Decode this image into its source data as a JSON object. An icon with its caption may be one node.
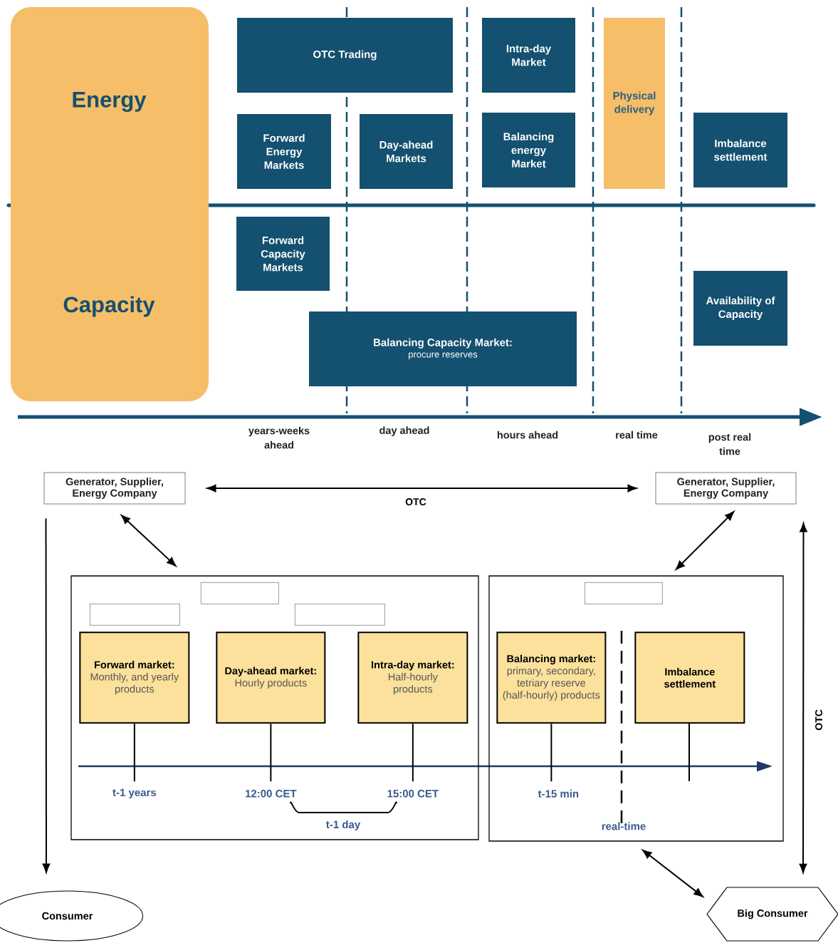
{
  "diagram": {
    "nodes": [
      {
        "text": [
          "Energy",
          "Capacity"
        ]
      },
      {
        "text": [
          "OTC Trading"
        ]
      },
      {
        "text": [
          "Intra-day Market"
        ]
      },
      {
        "text": [
          "Physical delivery"
        ]
      },
      {
        "text": [
          "Forward Energy Markets"
        ]
      },
      {
        "text": [
          "Day-ahead Markets"
        ]
      },
      {
        "text": [
          "Balancing energy Market"
        ]
      },
      {
        "text": [
          "Imbalance settlement"
        ]
      },
      {
        "text": [
          "Forward Capacity Markets"
        ]
      },
      {
        "text": [
          "Availability of Capacity"
        ]
      },
      {
        "text": [
          "Balancing Capacity Market:",
          "procure reserves"
        ]
      },
      {
        "text": [
          "Generator, Supplier, Energy Company"
        ]
      },
      {
        "text": [
          "Generator, Supplier, Energy Company"
        ]
      },
      {
        "text": [],
        "shape": "box"
      },
      {
        "text": [],
        "shape": "box",
        "in": 13
      },
      {
        "text": [],
        "shape": "box",
        "in": 13
      },
      {
        "text": [],
        "shape": "box",
        "in": 13
      },
      {
        "text": [
          "Forward market:",
          "Monthly, and yearly products"
        ],
        "in": 13,
        "beside": [
          "t-1 years"
        ]
      },
      {
        "text": [
          "Day-ahead market:",
          "Hourly products"
        ],
        "in": 13,
        "beside": [
          "12:00 CET"
        ]
      },
      {
        "text": [
          "Intra-day market:",
          "Half-hourly products"
        ],
        "in": 13,
        "beside": [
          "15:00 CET"
        ]
      },
      {
        "text": [],
        "shape": "box"
      },
      {
        "text": [],
        "shape": "box",
        "in": 20
      },
      {
        "text": [
          "Balancing market:",
          "primary, secondary, tetriary reserve (half-hourly) products"
        ],
        "in": 20,
        "beside": [
          "t-15 min"
        ]
      },
      {
        "text": [
          "Imbalance settlement"
        ],
        "in": 20
      },
      {
        "text": [
          "Consumer"
        ]
      },
      {
        "text": [
          "Big Consumer"
        ]
      }
    ],
    "edges": [
      {
        "from": 11,
        "to": 12,
        "arrow": "both",
        "label": "OTC"
      },
      {
        "from": 11,
        "to": 13,
        "arrow": "both"
      },
      {
        "from": 12,
        "to": 20,
        "arrow": "both"
      },
      {
        "from": 11,
        "to": 24,
        "arrow": "to"
      },
      {
        "from": 12,
        "to": 25,
        "arrow": "both",
        "label": "OTC"
      },
      {
        "from": 20,
        "to": 25,
        "arrow": "both"
      }
    ],
    "labels": [
      "years-weeks ahead",
      "day ahead",
      "hours ahead",
      "real time",
      "post real time",
      "t-1 day",
      "real-time"
    ]
  }
}
